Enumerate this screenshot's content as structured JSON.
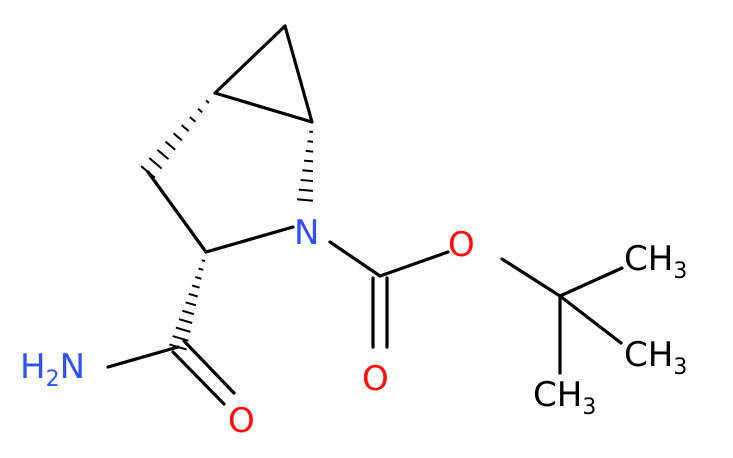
{
  "molecule": {
    "atoms": {
      "N_ring": {
        "text": "N",
        "color": "#3050F8"
      },
      "O_ester": {
        "text": "O",
        "color": "#FF0D0D"
      },
      "O_carbonyl": {
        "text": "O",
        "color": "#FF0D0D"
      },
      "O_amide": {
        "text": "O",
        "color": "#FF0D0D"
      },
      "NH2": {
        "text": "H",
        "sub": "2",
        "tail": "N",
        "color": "#3050F8"
      },
      "CH3_top": {
        "text": "CH",
        "sub": "3",
        "color": "#000000"
      },
      "CH3_mid": {
        "text": "CH",
        "sub": "3",
        "color": "#000000"
      },
      "CH3_bot": {
        "text": "CH",
        "sub": "3",
        "color": "#000000"
      }
    }
  }
}
